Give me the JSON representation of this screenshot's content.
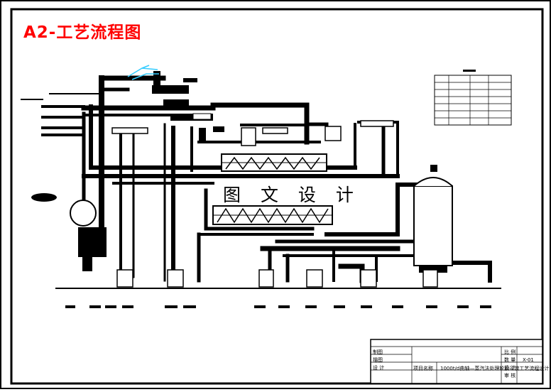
{
  "title": "A2-工艺流程图",
  "watermark": "图 文 设 计",
  "title_block": {
    "drawing_title": "1000t/d曲轴—蒸汽法处理轮胎过渡工艺流程设计",
    "drawing_no": "X-01",
    "row_labels": [
      "比 例",
      "数 量",
      "设 计",
      "审 核"
    ],
    "left_labels": [
      "制图",
      "描图",
      "设 计"
    ],
    "project_label": "项目名称"
  },
  "colors": {
    "frame": "#000000",
    "title": "#ff0000",
    "pipe": "#000000",
    "accent": "#33ccff"
  }
}
